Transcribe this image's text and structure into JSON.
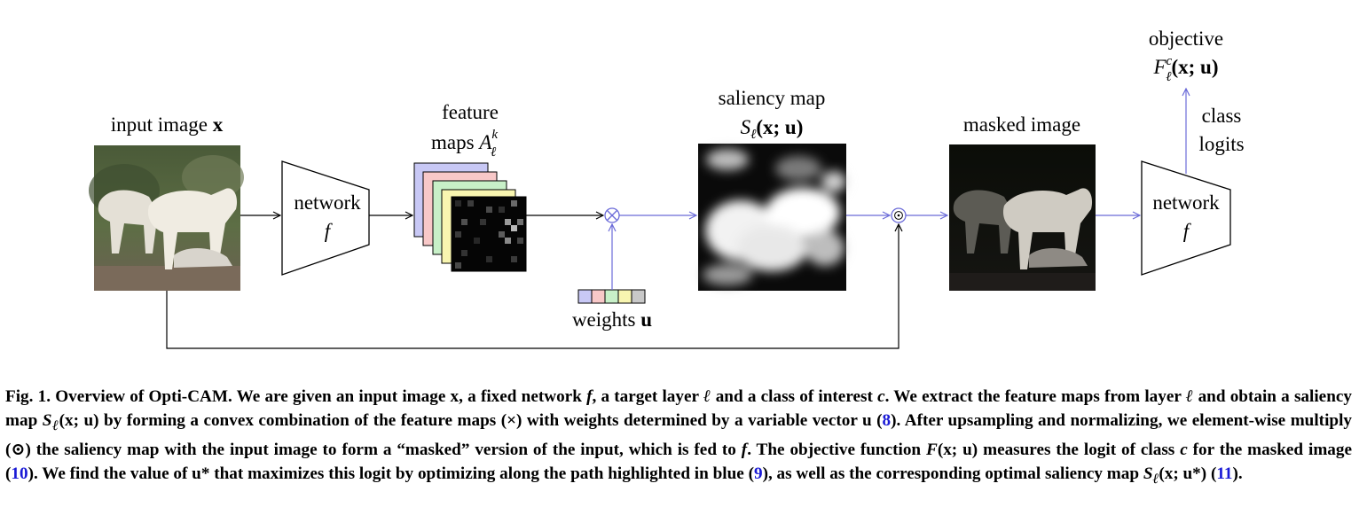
{
  "figure": {
    "input_label": "input image",
    "input_var": "x",
    "network1_label": "network",
    "network1_var": "f",
    "feature_label_1": "feature",
    "feature_label_2": "maps",
    "feature_var": "A",
    "feature_sup": "k",
    "feature_sub": "ℓ",
    "weights_label": "weights",
    "weights_var": "u",
    "saliency_label": "saliency map",
    "saliency_expr_S": "S",
    "saliency_expr_sub": "ℓ",
    "saliency_expr_args": "(x; u)",
    "masked_label": "masked image",
    "network2_label": "network",
    "network2_var": "f",
    "class_label_1": "class",
    "class_label_2": "logits",
    "objective_label": "objective",
    "objective_F": "F",
    "objective_sup": "c",
    "objective_sub": "ℓ",
    "objective_args": "(x; u)",
    "multiply_symbol": "⊗",
    "hadamard_symbol": "⊙"
  },
  "colors": {
    "blue_path": "#6a6ad8",
    "black_path": "#000000",
    "weight_cells": [
      "#c8c8f5",
      "#f8c8c8",
      "#c8f0c8",
      "#f8f5b0",
      "#c8c8c8"
    ],
    "feature_layers": [
      "#c8c8f5",
      "#f8c8c8",
      "#c8f0c8",
      "#f8f5b0"
    ]
  },
  "caption": {
    "p1": "Fig. 1. Overview of Opti-CAM. We are given an input image x, a fixed network ",
    "f1": "f",
    "p2": ", a target layer ",
    "l1": "ℓ",
    "p3": " and a class of interest ",
    "c1": "c",
    "p4": ". We extract the feature maps from layer ",
    "l2": "ℓ",
    "p5": " and obtain a saliency map ",
    "S1": "S",
    "s1": "ℓ",
    "a1": "(x; u)",
    "p6": " by forming a convex combination of the feature maps (×) with weights determined by a variable vector u (",
    "r1": "8",
    "p7": "). After upsampling and normalizing, we element-wise multiply (⊙) the saliency map with the input image to form a “masked” version of the input, which is fed to ",
    "f2": "f",
    "p8": ". The objective function ",
    "F1": "F",
    "a2": "(x; u)",
    "p9": " measures the logit of class ",
    "c2": "c",
    "p10": " for the masked image (",
    "r2": "10",
    "p11": "). We find the value of u* that maximizes this logit by optimizing along the path highlighted in blue (",
    "r3": "9",
    "p12": "), as well as the corresponding optimal saliency map ",
    "S2": "S",
    "s2": "ℓ",
    "a3": "(x; u*)",
    "p13": " (",
    "r4": "11",
    "p14": ")."
  }
}
